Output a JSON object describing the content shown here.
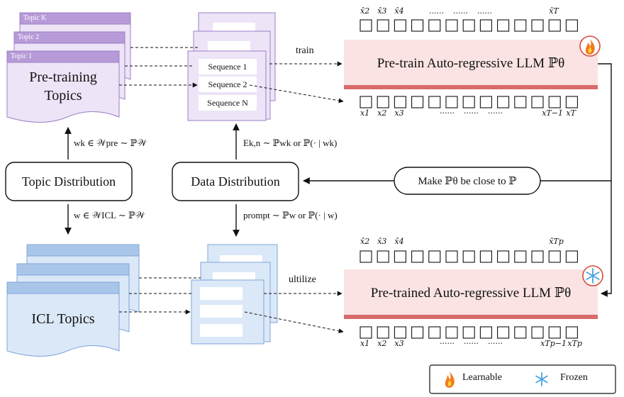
{
  "topics_pre": {
    "tabs": [
      "Topic K",
      "Topic 2",
      "Topic 1"
    ],
    "title": "Pre-training Topics"
  },
  "topics_icl": {
    "title": "ICL Topics"
  },
  "sequences": [
    "Sequence 1",
    "Sequence 2",
    "Sequence N"
  ],
  "labels": {
    "train": "train",
    "utilize": "ultilize",
    "topic_distribution": "Topic Distribution",
    "data_distribution": "Data Distribution",
    "make_close": "Make ℙθ be close to ℙ",
    "wk_formula": "wk ∈ 𝒲pre ∼ ℙ𝒲",
    "w_formula": "w ∈ 𝒲ICL ∼ ℙ𝒲",
    "e_formula": "Ek,n ∼ ℙwk or ℙ(· | wk)",
    "prompt_formula": "prompt ∼ ℙw or ℙ(· | w)"
  },
  "llm": {
    "pretrain": "Pre-train Auto-regressive LLM ℙθ",
    "pretrained": "Pre-trained Auto-regressive LLM ℙθ"
  },
  "tokens": {
    "top_labels": [
      "x̂2",
      "x̂3",
      "x̂4",
      "......",
      "......",
      "......",
      "x̂T"
    ],
    "bottom_labels": [
      "x1",
      "x2",
      "x3",
      "......",
      "......",
      "......",
      "xT−1",
      "xT"
    ],
    "top_labels_p": [
      "x̂2",
      "x̂3",
      "x̂4",
      "x̂Tp"
    ],
    "bottom_labels_p": [
      "x1",
      "x2",
      "x3",
      "......",
      "......",
      "......",
      "xTp−1",
      "xTp"
    ]
  },
  "legend": {
    "learnable": "Learnable",
    "frozen": "Frozen"
  },
  "colors": {
    "purple_fill": "#ede4f7",
    "purple_tab": "#b79bd8",
    "purple_edge": "#9b7fc4",
    "blue_fill": "#dbe8f8",
    "blue_tab": "#a9c6ea",
    "blue_edge": "#7fa5d8",
    "llm_fill": "#fbe3e3",
    "llm_bar": "#d96b6b"
  }
}
